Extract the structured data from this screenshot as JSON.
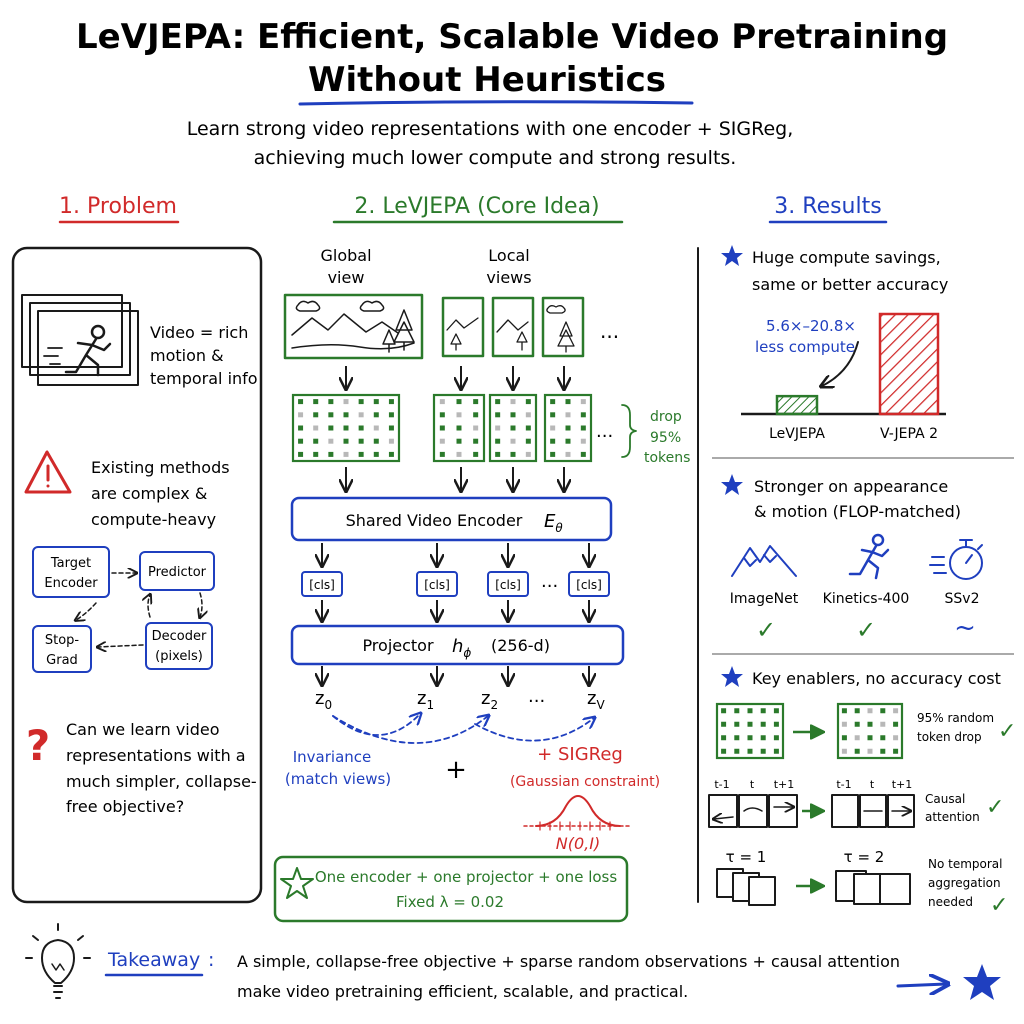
{
  "title": {
    "line1": "LeVJEPA: Efficient, Scalable Video Pretraining",
    "line2": "Without Heuristics"
  },
  "subtitle": {
    "line1": "Learn strong video representations with one encoder + SIGReg,",
    "line2": "achieving much lower compute and strong results."
  },
  "colors": {
    "ink": "#1a1a1a",
    "blue": "#1f3fbf",
    "green": "#2b7a2b",
    "red": "#d12a2a",
    "gray": "#b8b8b8"
  },
  "problem": {
    "heading": "1. Problem",
    "video_text": [
      "Video = rich",
      "motion &",
      "temporal info"
    ],
    "warning_text": [
      "Existing methods",
      "are complex &",
      "compute-heavy"
    ],
    "diagram": {
      "target_encoder": [
        "Target",
        "Encoder"
      ],
      "predictor": "Predictor",
      "stop_grad": [
        "Stop-",
        "Grad"
      ],
      "decoder": [
        "Decoder",
        "(pixels)"
      ]
    },
    "question_text": [
      "Can we learn video",
      "representations with a",
      "much simpler, collapse-",
      "free objective?"
    ]
  },
  "core": {
    "heading": "2. LeVJEPA (Core Idea)",
    "global_view": [
      "Global",
      "view"
    ],
    "local_views": [
      "Local",
      "views"
    ],
    "ellipsis": "...",
    "drop_label": [
      "drop",
      "95%",
      "tokens"
    ],
    "encoder_label": "Shared Video Encoder",
    "encoder_symbol": "E",
    "encoder_sub": "θ",
    "cls_label": "[cls]",
    "projector_label": "Projector",
    "projector_symbol": "h",
    "projector_sub": "ϕ",
    "projector_dim": "(256-d)",
    "z_labels": [
      {
        "base": "z",
        "sub": "0"
      },
      {
        "base": "z",
        "sub": "1"
      },
      {
        "base": "z",
        "sub": "2"
      },
      {
        "base": "z",
        "sub": "V"
      }
    ],
    "invariance": [
      "Invariance",
      "(match views)"
    ],
    "plus": "+",
    "sigreg": [
      "+ SIGReg",
      "(Gaussian constraint)"
    ],
    "normal_label": "N(0,I)",
    "summary_line1": "One encoder + one projector + one loss",
    "summary_line2": "Fixed λ = 0.02"
  },
  "results": {
    "heading": "3. Results",
    "r1": [
      "Huge compute savings,",
      "same or better accuracy"
    ],
    "compute_note": [
      "5.6×–20.8×",
      "less compute"
    ],
    "chart_data": {
      "type": "bar",
      "categories": [
        "LeVJEPA",
        "V-JEPA 2"
      ],
      "values": [
        1,
        5.6
      ],
      "title": "",
      "xlabel": "",
      "ylabel": ""
    },
    "r2": [
      "Stronger on appearance",
      "& motion (FLOP-matched)"
    ],
    "benchmarks": [
      {
        "name": "ImageNet",
        "mark": "✓"
      },
      {
        "name": "Kinetics-400",
        "mark": "✓"
      },
      {
        "name": "SSv2",
        "mark": "~"
      }
    ],
    "r3": "Key enablers, no accuracy cost",
    "enabler1": [
      "95% random",
      "token drop"
    ],
    "causal_ticks": [
      "t-1",
      "t",
      "t+1"
    ],
    "enabler2": [
      "Causal",
      "attention"
    ],
    "tau1": "τ = 1",
    "tau2": "τ = 2",
    "enabler3": [
      "No temporal",
      "aggregation",
      "needed"
    ]
  },
  "takeaway": {
    "label": "Takeaway",
    "colon": ":",
    "line1": "A simple, collapse-free objective + sparse random observations + causal attention",
    "line2": "make video pretraining efficient, scalable, and practical."
  }
}
